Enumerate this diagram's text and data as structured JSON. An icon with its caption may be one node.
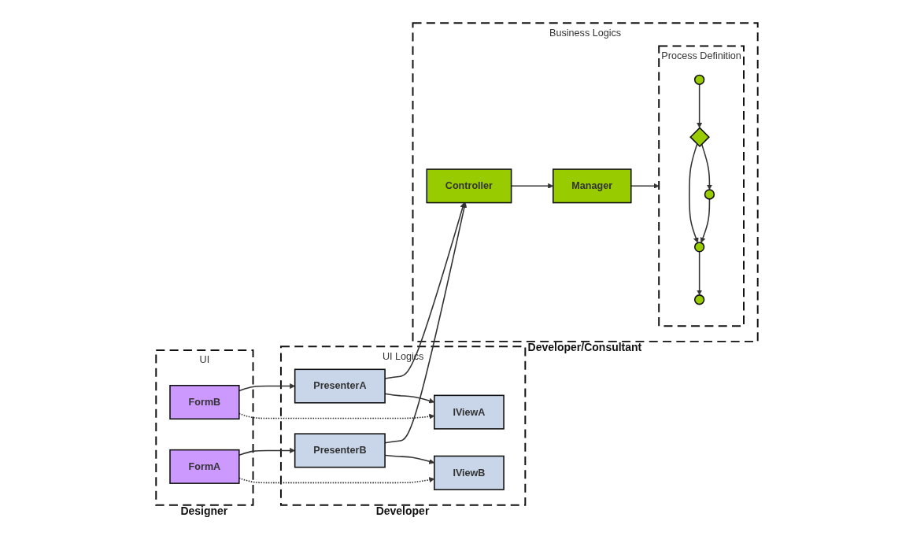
{
  "diagram": {
    "nodes": [
      {
        "text": [
          "UI"
        ],
        "beside": [
          "Designer"
        ]
      },
      {
        "text": [
          "FormB"
        ],
        "in": 0
      },
      {
        "text": [
          "FormA"
        ],
        "in": 0
      },
      {
        "text": [
          "UI Logics"
        ],
        "beside": [
          "Developer"
        ]
      },
      {
        "text": [
          "IViewA"
        ],
        "in": 3
      },
      {
        "text": [
          "PresenterA"
        ],
        "in": 3
      },
      {
        "text": [
          "IViewB"
        ],
        "in": 3
      },
      {
        "text": [
          "PresenterB"
        ],
        "in": 3
      },
      {
        "text": [
          "Business Logics"
        ],
        "beside": [
          "Developer/Consultant"
        ]
      },
      {
        "text": [
          "Controller"
        ],
        "in": 8
      },
      {
        "text": [
          "Manager"
        ],
        "in": 8
      },
      {
        "text": [
          "Process Definition"
        ],
        "in": 8
      },
      {
        "text": [],
        "shape": "circle",
        "in": 11
      },
      {
        "text": [],
        "shape": "diamond",
        "in": 11
      },
      {
        "text": [],
        "shape": "circle",
        "in": 11
      },
      {
        "text": [],
        "shape": "circle",
        "in": 11
      },
      {
        "text": [],
        "shape": "circle",
        "in": 11
      }
    ],
    "edges": [
      {
        "from": 1,
        "to": 4,
        "arrow": "to",
        "style": "dashed"
      },
      {
        "from": 1,
        "to": 5,
        "arrow": "to"
      },
      {
        "from": 5,
        "to": 4,
        "arrow": "to"
      },
      {
        "from": 2,
        "to": 6,
        "arrow": "to",
        "style": "dashed"
      },
      {
        "from": 2,
        "to": 7,
        "arrow": "to"
      },
      {
        "from": 7,
        "to": 6,
        "arrow": "to"
      },
      {
        "from": 5,
        "to": 9,
        "arrow": "to"
      },
      {
        "from": 7,
        "to": 9,
        "arrow": "to"
      },
      {
        "from": 9,
        "to": 10,
        "arrow": "to"
      },
      {
        "from": 10,
        "to": 11,
        "arrow": "to"
      },
      {
        "from": 12,
        "to": 13,
        "arrow": "to"
      },
      {
        "from": 13,
        "to": 14,
        "arrow": "to"
      },
      {
        "from": 13,
        "to": 15,
        "arrow": "to"
      },
      {
        "from": 14,
        "to": 15,
        "arrow": "to"
      },
      {
        "from": 15,
        "to": 16,
        "arrow": "to"
      }
    ]
  }
}
